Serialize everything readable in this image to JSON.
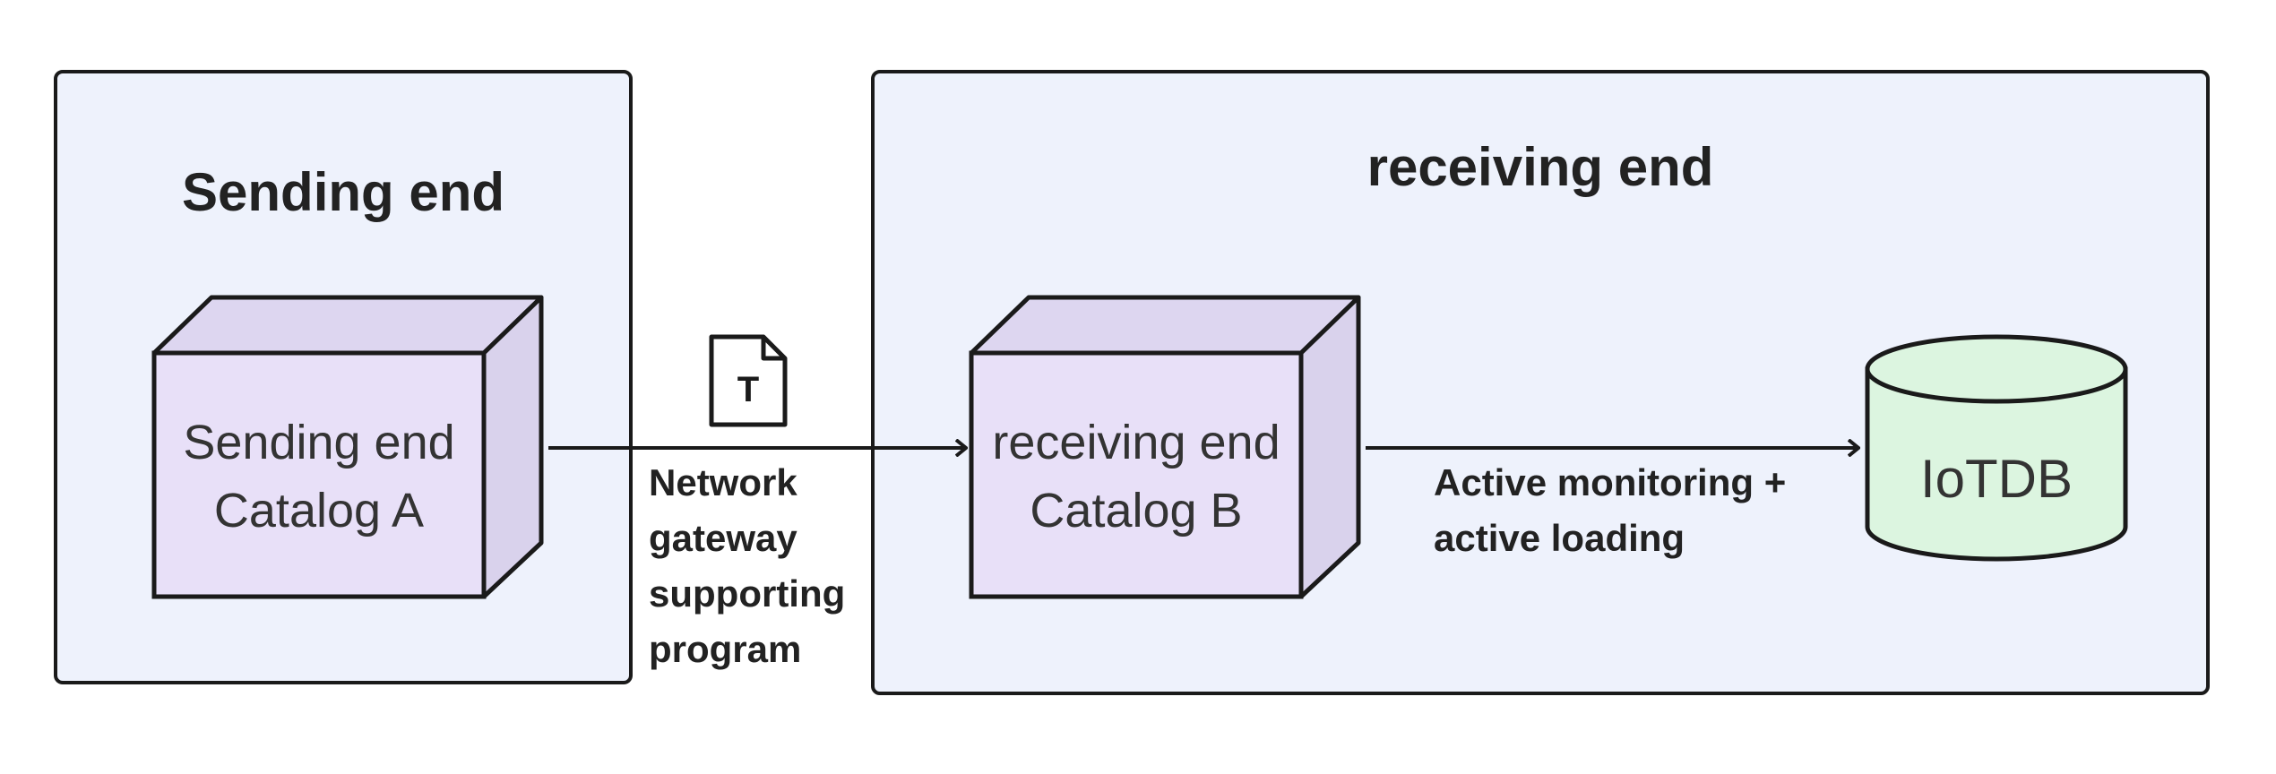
{
  "sending_panel": {
    "title": "Sending end"
  },
  "receiving_panel": {
    "title": "receiving end"
  },
  "catalog_a": {
    "line1": "Sending end",
    "line2": "Catalog A"
  },
  "catalog_b": {
    "line1": "receiving end",
    "line2": "Catalog B"
  },
  "iotdb": {
    "label": "IoTDB"
  },
  "file_icon": {
    "glyph": "T",
    "icon": "text-file-icon"
  },
  "network_label": {
    "lines": [
      "Network",
      "gateway",
      "supporting",
      "program"
    ]
  },
  "monitoring_label": {
    "lines": [
      "Active monitoring +",
      "active loading"
    ]
  },
  "colors": {
    "panel_fill": "#eef2fc",
    "cube_fill": "#e8e0f8",
    "cube_top": "#ddd6f0",
    "cube_side": "#d9d2ec",
    "db_fill": "#dcf5e0",
    "stroke": "#1a1a1a"
  }
}
